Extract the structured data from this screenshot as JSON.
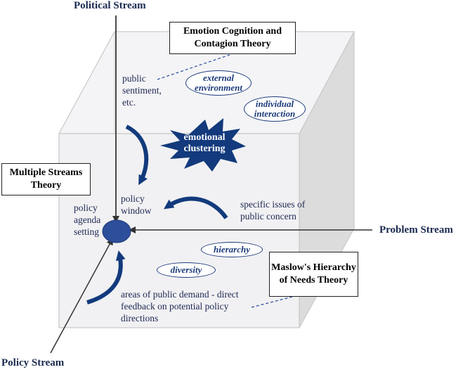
{
  "axes": {
    "political": "Political Stream",
    "problem": "Problem Stream",
    "policy": "Policy Stream"
  },
  "theories": {
    "emotion": "Emotion Cognition and Contagion Theory",
    "multiple_streams": "Multiple Streams Theory",
    "maslow": "Maslow's Hierarchy of Needs Theory"
  },
  "labels": {
    "public_sentiment": "public sentiment, etc.",
    "policy_window": "policy window",
    "policy_agenda": "policy agenda setting",
    "specific_issues": "specific issues of public concern",
    "public_demand": "areas of public demand - direct feedback on potential policy directions"
  },
  "ovals": {
    "external": "external environment",
    "individual": "individual interaction",
    "hierarchy": "hierarchy",
    "diversity": "diversity"
  },
  "burst": "emotional clustering",
  "colors": {
    "accent": "#123a7c",
    "cube_fill": "#f3f3f5",
    "cube_side": "#dcdcdc"
  }
}
